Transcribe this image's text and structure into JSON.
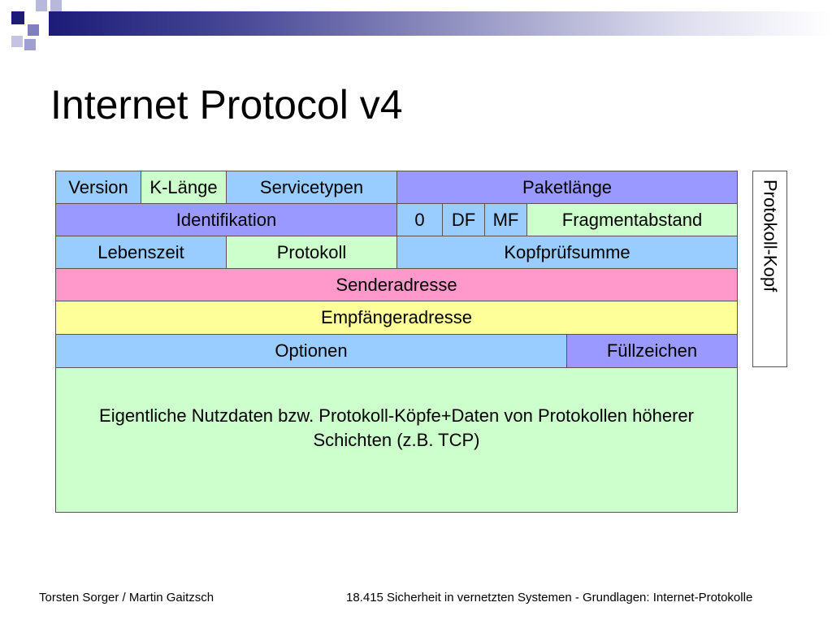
{
  "slide": {
    "title": "Internet Protocol v4",
    "footer_left": "Torsten Sorger / Martin Gaitzsch",
    "footer_right": "18.415 Sicherheit in vernetzten Systemen - Grundlagen: Internet-Protokolle"
  },
  "colors": {
    "blue": "#99ccff",
    "green": "#ccffcc",
    "purple": "#9999ff",
    "pink": "#ff99cc",
    "yellow": "#ffff99",
    "title_bar": "#1c1c78"
  },
  "header": {
    "side_label": "Protokoll-Kopf",
    "row1": {
      "version": "Version",
      "header_length": "K-Länge",
      "service_types": "Servicetypen",
      "packet_length": "Paketlänge"
    },
    "row2": {
      "identification": "Identifikation",
      "zero": "0",
      "df": "DF",
      "mf": "MF",
      "fragment_offset": "Fragmentabstand"
    },
    "row3": {
      "ttl": "Lebenszeit",
      "protocol": "Protokoll",
      "checksum": "Kopfprüfsumme"
    },
    "row4": {
      "source": "Senderadresse"
    },
    "row5": {
      "destination": "Empfängeradresse"
    },
    "row6": {
      "options": "Optionen",
      "padding": "Füllzeichen"
    }
  },
  "payload": {
    "text": "Eigentliche Nutzdaten bzw. Protokoll-Köpfe+Daten von Protokollen höherer Schichten (z.B. TCP)"
  }
}
